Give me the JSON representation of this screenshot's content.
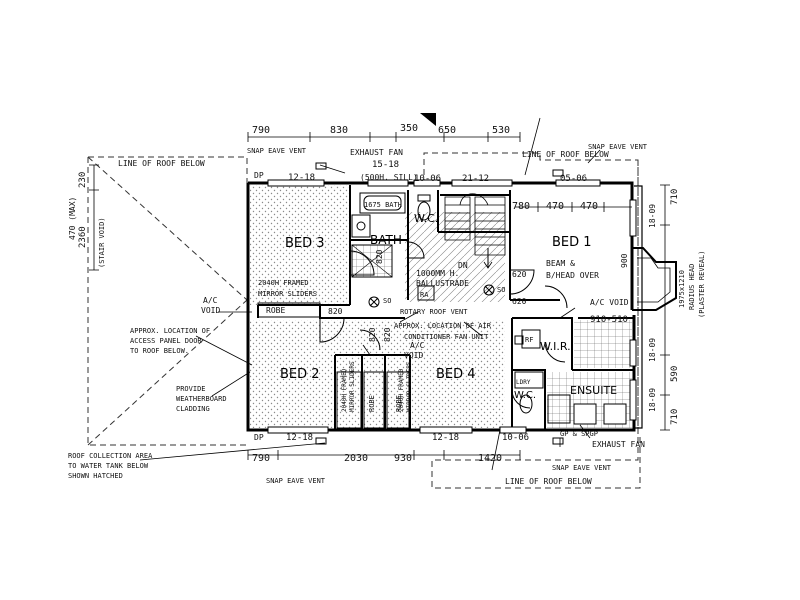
{
  "rooms": {
    "bed1": "BED 1",
    "bed2": "BED 2",
    "bed3": "BED 3",
    "bed4": "BED 4",
    "bath": "BATH",
    "wc_top": "W.C.",
    "wc_bottom": "W.C.",
    "wir": "W.I.R.",
    "ensuite": "ENSUITE"
  },
  "dimensions": {
    "top": [
      "790",
      "830",
      "350",
      "650",
      "530"
    ],
    "bed1_windows": [
      "780",
      "470",
      "470"
    ],
    "bottom": [
      "790",
      "2030",
      "930",
      "1420"
    ],
    "right": [
      "710",
      "590",
      "710"
    ],
    "left_void_a": "2360",
    "left_void_b": "230",
    "left_void_c": "470 (MAX)",
    "left_void_note": "(STAIR VOID)",
    "radius_head_a": "1975x1210",
    "radius_head_b": "RADIUS HEAD",
    "radius_head_c": "(PLASTER REVEAL)",
    "bed1_side": "900",
    "door_620_a": "620",
    "door_620_b": "620",
    "door_820_a": "820",
    "door_820_b": "820",
    "door_820_c": "820",
    "door_820_d": "820"
  },
  "window_codes": {
    "top_a": "12-18",
    "top_b": "10-06",
    "top_c": "21-12",
    "top_d": "05-06",
    "top_dp": "DP",
    "bottom_a": "12-18",
    "bottom_b": "12-18",
    "bottom_c": "10-06",
    "bottom_dp": "DP",
    "right_a": "18-09",
    "right_b": "18-09",
    "right_c": "18-09",
    "exhaust_code": "15-18",
    "exhaust_sill": "(500H. SILL)",
    "wir_code": "910-510",
    "gp_spgp": "GP & SPGP"
  },
  "fixtures": {
    "bath_size": "1675 BATH",
    "robe_a": "ROBE",
    "robe_b": "ROBE",
    "robe_c": "ROBE",
    "ra": "RA",
    "rf": "RF",
    "so_a": "SO",
    "so_b": "SO",
    "dn": "DN",
    "ldry": "LDRY"
  },
  "notes": {
    "line_of_roof_top": "LINE OF ROOF BELOW",
    "line_of_roof_top_right": "LINE OF ROOF BELOW",
    "line_of_roof_bottom": "LINE OF ROOF BELOW",
    "snap_eave_top_left": "SNAP EAVE VENT",
    "snap_eave_top_right": "SNAP EAVE VENT",
    "snap_eave_bottom_left": "SNAP EAVE VENT",
    "snap_eave_bottom_right": "SNAP EAVE VENT",
    "exhaust_fan_top": "EXHAUST FAN",
    "exhaust_fan_bottom": "EXHAUST FAN",
    "ballustrade_a": "1000MM H.",
    "ballustrade_b": "BALLUSTRADE",
    "beam_a": "BEAM &",
    "beam_b": "B/HEAD OVER",
    "ac_void_right": "A/C VOID",
    "ac_void_left_a": "A/C",
    "ac_void_left_b": "VOID",
    "ac_void_mid_a": "A/C",
    "ac_void_mid_b": "VOID",
    "mirror_bed3_a": "2040H FRAMED",
    "mirror_bed3_b": "MIRROR SLIDERS",
    "mirror_bed2_a": "2040H FRAMED",
    "mirror_bed2_b": "MIRROR SLIDERS",
    "mirror_bed4_a": "2040H FRAMED",
    "mirror_bed4_b": "MIRROR SLIDERS",
    "rotary_vent": "ROTARY ROOF VENT",
    "aircon_a": "APPROX. LOCATION OF AIR",
    "aircon_b": "CONDITIONER FAN UNIT",
    "access_a": "APPROX. LOCATION OF",
    "access_b": "ACCESS PANEL DOOR",
    "access_c": "TO ROOF BELOW.",
    "weatherboard_a": "PROVIDE",
    "weatherboard_b": "WEATHERBOARD",
    "weatherboard_c": "CLADDING",
    "roof_collection_a": "ROOF COLLECTION AREA",
    "roof_collection_b": "TO WATER TANK BELOW",
    "roof_collection_c": "SHOWN HATCHED"
  },
  "colors": {
    "line": "#111111",
    "hatch": "#9a9a9a",
    "paper": "#ffffff"
  }
}
